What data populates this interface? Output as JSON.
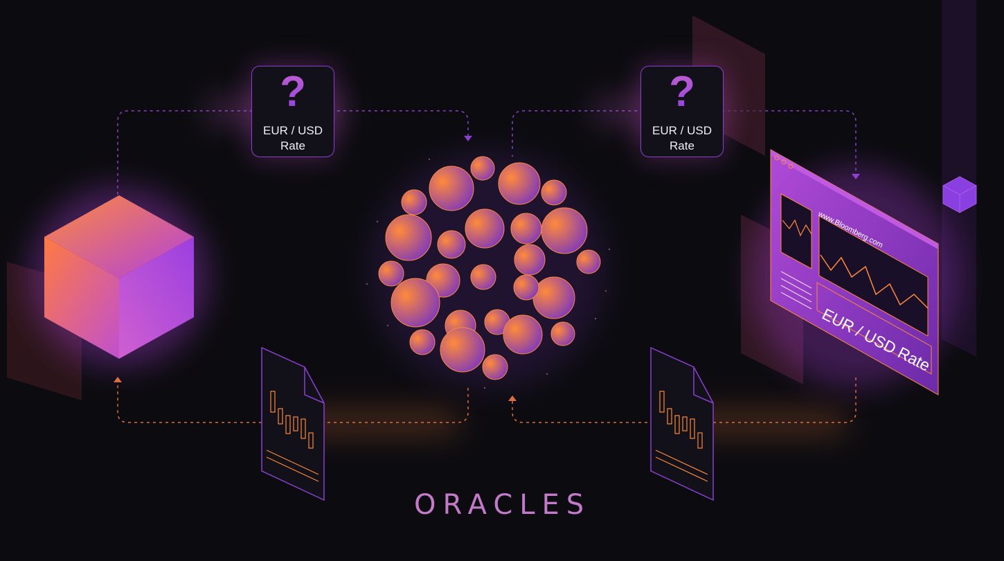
{
  "diagram": {
    "title": "ORACLES",
    "query_left": {
      "symbol": "?",
      "line1": "EUR / USD",
      "line2": "Rate"
    },
    "query_right": {
      "symbol": "?",
      "line1": "EUR / USD",
      "line2": "Rate"
    },
    "data_source": {
      "url": "www.Bloomberg.com",
      "label": "EUR / USD Rate"
    }
  },
  "colors": {
    "background": "#0c0c10",
    "orange": "#ff8a3a",
    "purple": "#9b3fe0",
    "magenta": "#c37ac9"
  }
}
